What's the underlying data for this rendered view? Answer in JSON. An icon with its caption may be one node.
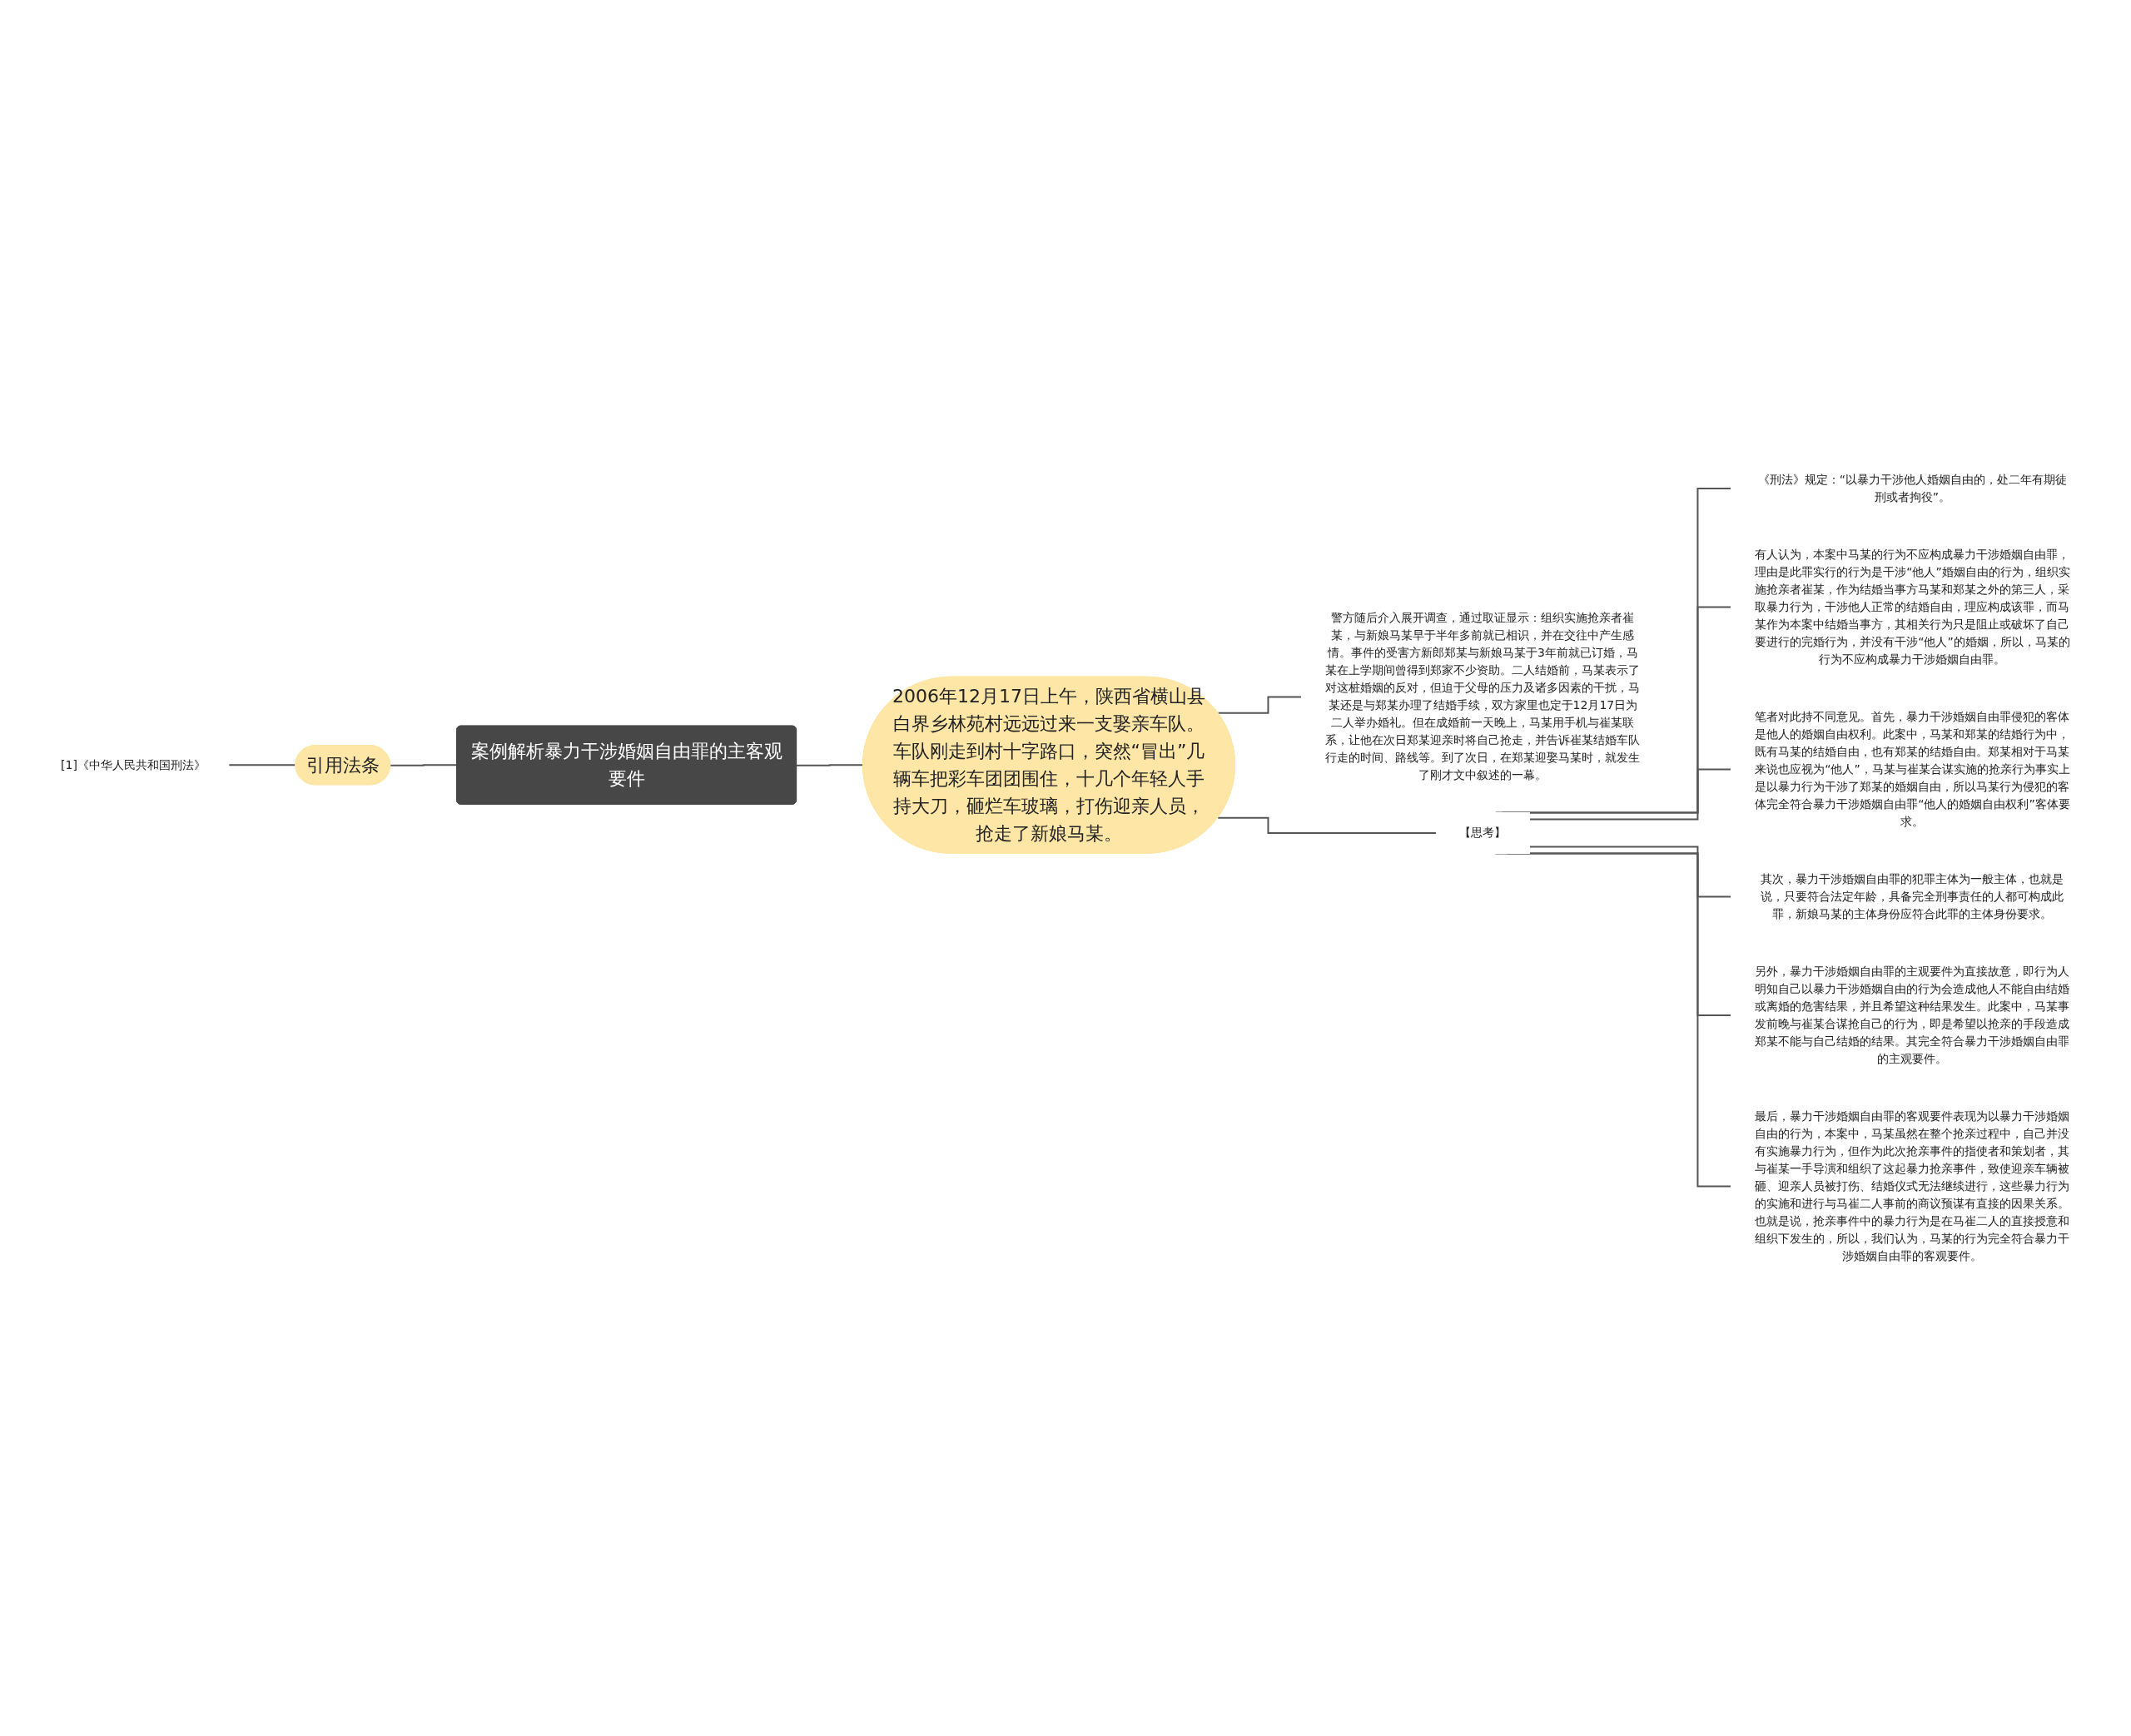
{
  "diagram": {
    "nodes": [
      {
        "text": [
          "案例解析暴力干涉婚姻自由罪的主客观要件"
        ]
      },
      {
        "text": [
          "引用法条"
        ]
      },
      {
        "text": [
          "[1]《中华人民共和国刑法》"
        ]
      },
      {
        "text": [
          "2006年12月17日上午，陕西省横山县白界乡林苑村远远过来一支娶亲车队。车队刚走到村十字路口，突然“冒出”几辆车把彩车团团围住，十几个年轻人手持大刀，砸烂车玻璃，打伤迎亲人员，抢走了新娘马某。"
        ]
      },
      {
        "text": [
          "警方随后介入展开调查，通过取证显示：组织实施抢亲者崔某，与新娘马某早于半年多前就已相识，并在交往中产生感情。事件的受害方新郎郑某与新娘马某于3年前就已订婚，马某在上学期间曾得到郑家不少资助。二人结婚前，马某表示了对这桩婚姻的反对，但迫于父母的压力及诸多因素的干扰，马某还是与郑某办理了结婚手续，双方家里也定于12月17日为二人举办婚礼。但在成婚前一天晚上，马某用手机与崔某联系，让他在次日郑某迎亲时将自己抢走，并告诉崔某结婚车队行走的时间、路线等。到了次日，在郑某迎娶马某时，就发生了刚才文中叙述的一幕。"
        ]
      },
      {
        "text": [
          "【思考】"
        ]
      },
      {
        "text": [
          "《刑法》规定：“以暴力干涉他人婚姻自由的，处二年有期徒刑或者拘役”。"
        ]
      },
      {
        "text": [
          "有人认为，本案中马某的行为不应构成暴力干涉婚姻自由罪，理由是此罪实行的行为是干涉“他人”婚姻自由的行为，组织实施抢亲者崔某，作为结婚当事方马某和郑某之外的第三人，采取暴力行为，干涉他人正常的结婚自由，理应构成该罪，而马某作为本案中结婚当事方，其相关行为只是阻止或破坏了自己要进行的完婚行为，并没有干涉“他人”的婚姻，所以，马某的行为不应构成暴力干涉婚姻自由罪。"
        ]
      },
      {
        "text": [
          "笔者对此持不同意见。首先，暴力干涉婚姻自由罪侵犯的客体是他人的婚姻自由权利。此案中，马某和郑某的结婚行为中，既有马某的结婚自由，也有郑某的结婚自由。郑某相对于马某来说也应视为“他人”，马某与崔某合谋实施的抢亲行为事实上是以暴力行为干涉了郑某的婚姻自由，所以马某行为侵犯的客体完全符合暴力干涉婚姻自由罪“他人的婚姻自由权利”客体要求。"
        ]
      },
      {
        "text": [
          "其次，暴力干涉婚姻自由罪的犯罪主体为一般主体，也就是说，只要符合法定年龄，具备完全刑事责任的人都可构成此罪，新娘马某的主体身份应符合此罪的主体身份要求。"
        ]
      },
      {
        "text": [
          "另外，暴力干涉婚姻自由罪的主观要件为直接故意，即行为人明知自己以暴力干涉婚姻自由的行为会造成他人不能自由结婚或离婚的危害结果，并且希望这种结果发生。此案中，马某事发前晚与崔某合谋抢自己的行为，即是希望以抢亲的手段造成郑某不能与自己结婚的结果。其完全符合暴力干涉婚姻自由罪的主观要件。"
        ]
      },
      {
        "text": [
          "最后，暴力干涉婚姻自由罪的客观要件表现为以暴力干涉婚姻自由的行为，本案中，马某虽然在整个抢亲过程中，自己并没有实施暴力行为，但作为此次抢亲事件的指使者和策划者，其与崔某一手导演和组织了这起暴力抢亲事件，致使迎亲车辆被砸、迎亲人员被打伤、结婚仪式无法继续进行，这些暴力行为的实施和进行与马崔二人事前的商议预谋有直接的因果关系。也就是说，抢亲事件中的暴力行为是在马崔二人的直接授意和组织下发生的，所以，我们认为，马某的行为完全符合暴力干涉婚姻自由罪的客观要件。"
        ]
      }
    ],
    "edges": [
      {
        "from": 1,
        "to": 0,
        "arrow": "none"
      },
      {
        "from": 2,
        "to": 1,
        "arrow": "none"
      },
      {
        "from": 0,
        "to": 3,
        "arrow": "none"
      },
      {
        "from": 3,
        "to": 4,
        "arrow": "none"
      },
      {
        "from": 3,
        "to": 5,
        "arrow": "none"
      },
      {
        "from": 5,
        "to": 6,
        "arrow": "none"
      },
      {
        "from": 5,
        "to": 7,
        "arrow": "none"
      },
      {
        "from": 5,
        "to": 8,
        "arrow": "none"
      },
      {
        "from": 5,
        "to": 9,
        "arrow": "none"
      },
      {
        "from": 5,
        "to": 10,
        "arrow": "none"
      },
      {
        "from": 5,
        "to": 11,
        "arrow": "none"
      }
    ]
  }
}
